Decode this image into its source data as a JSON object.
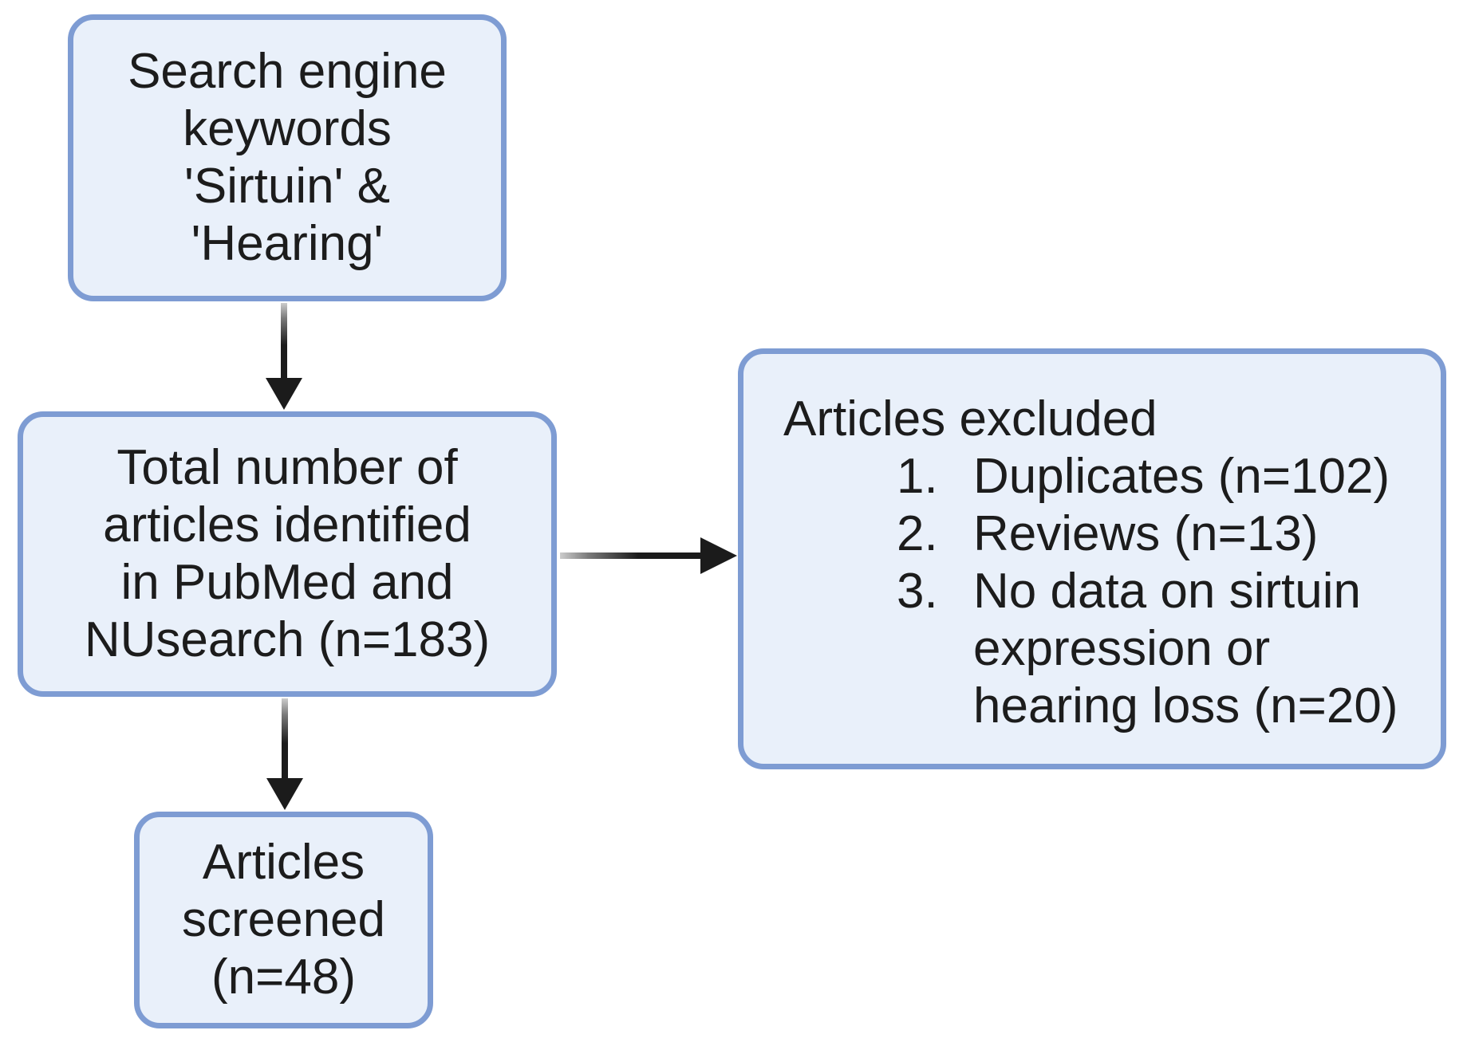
{
  "colors": {
    "box_fill": "#e9f0fa",
    "box_border": "#7e9cd3",
    "arrow": "#1b1b1b",
    "text": "#1c1c1c",
    "background": "#ffffff"
  },
  "boxes": {
    "keywords": {
      "lines": [
        "Search engine",
        "keywords",
        "'Sirtuin' &",
        "'Hearing'"
      ]
    },
    "identified": {
      "lines": [
        "Total number of",
        "articles identified",
        "in PubMed and",
        "NUsearch (n=183)"
      ]
    },
    "excluded": {
      "title": "Articles excluded",
      "items": [
        {
          "num": "1.",
          "lines": [
            "Duplicates (n=102)"
          ]
        },
        {
          "num": "2.",
          "lines": [
            "Reviews (n=13)"
          ]
        },
        {
          "num": "3.",
          "lines": [
            "No data on sirtuin",
            "expression or",
            "hearing loss (n=20)"
          ]
        }
      ]
    },
    "screened": {
      "lines": [
        "Articles",
        "screened",
        "(n=48)"
      ]
    }
  }
}
